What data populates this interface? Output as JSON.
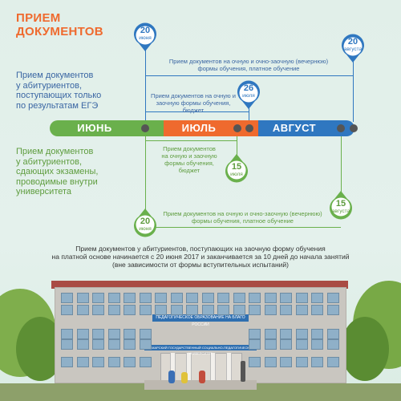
{
  "title_lines": [
    "ПРИЕМ",
    "ДОКУМЕНТОВ"
  ],
  "left_blue": [
    "Прием документов",
    "у абитуриентов,",
    "поступающих только",
    "по результатам ЕГЭ"
  ],
  "left_green": [
    "Прием документов",
    "у абитуриентов,",
    "сдающих экзамены,",
    "проводимые внутри",
    "университета"
  ],
  "months": {
    "june": "ИЮНЬ",
    "july": "ИЮЛЬ",
    "august": "АВГУСТ"
  },
  "pins": {
    "p1": {
      "day": "20",
      "month": "июня"
    },
    "p2": {
      "day": "26",
      "month": "июля"
    },
    "p3": {
      "day": "20",
      "month": "августа"
    },
    "p4": {
      "day": "15",
      "month": "июля"
    },
    "p5": {
      "day": "20",
      "month": "июня"
    },
    "p6": {
      "day": "15",
      "month": "августа"
    }
  },
  "notes": {
    "n1": [
      "Прием документов на очную и очно-заочную (вечернюю)",
      "формы обучения, платное обучение"
    ],
    "n2": [
      "Прием документов на очную и",
      "заочную формы обучения,",
      "бюджет"
    ],
    "n3": [
      "Прием документов",
      "на очную и заочную",
      "формы обучения,",
      "бюджет"
    ],
    "n4": [
      "Прием документов на очную и очно-заочную (вечернюю)",
      "формы обучения, платное обучение"
    ]
  },
  "bottom_text": [
    "Прием документов у абитуриентов, поступающих на заочную форму обучения",
    "на платной основе начинается с 20 июня 2017 и заканчивается за 10 дней до начала занятий",
    "(вне зависимости от формы вступительных испытаний)"
  ],
  "building": {
    "banner": "ПЕДАГОГИЧЕСКОЕ ОБРАЗОВАНИЕ НА БЛАГО РОССИИ",
    "banner2": "САМАРСКИЙ ГОСУДАРСТВЕННЫЙ СОЦИАЛЬНО-ПЕДАГОГИЧЕСКИЙ УНИВЕРСИТЕТ"
  },
  "colors": {
    "orange": "#ef6a2e",
    "blue": "#2f77c0",
    "green": "#6ab04c",
    "text_blue": "#3a66a3",
    "text_green": "#5e9c3e"
  }
}
